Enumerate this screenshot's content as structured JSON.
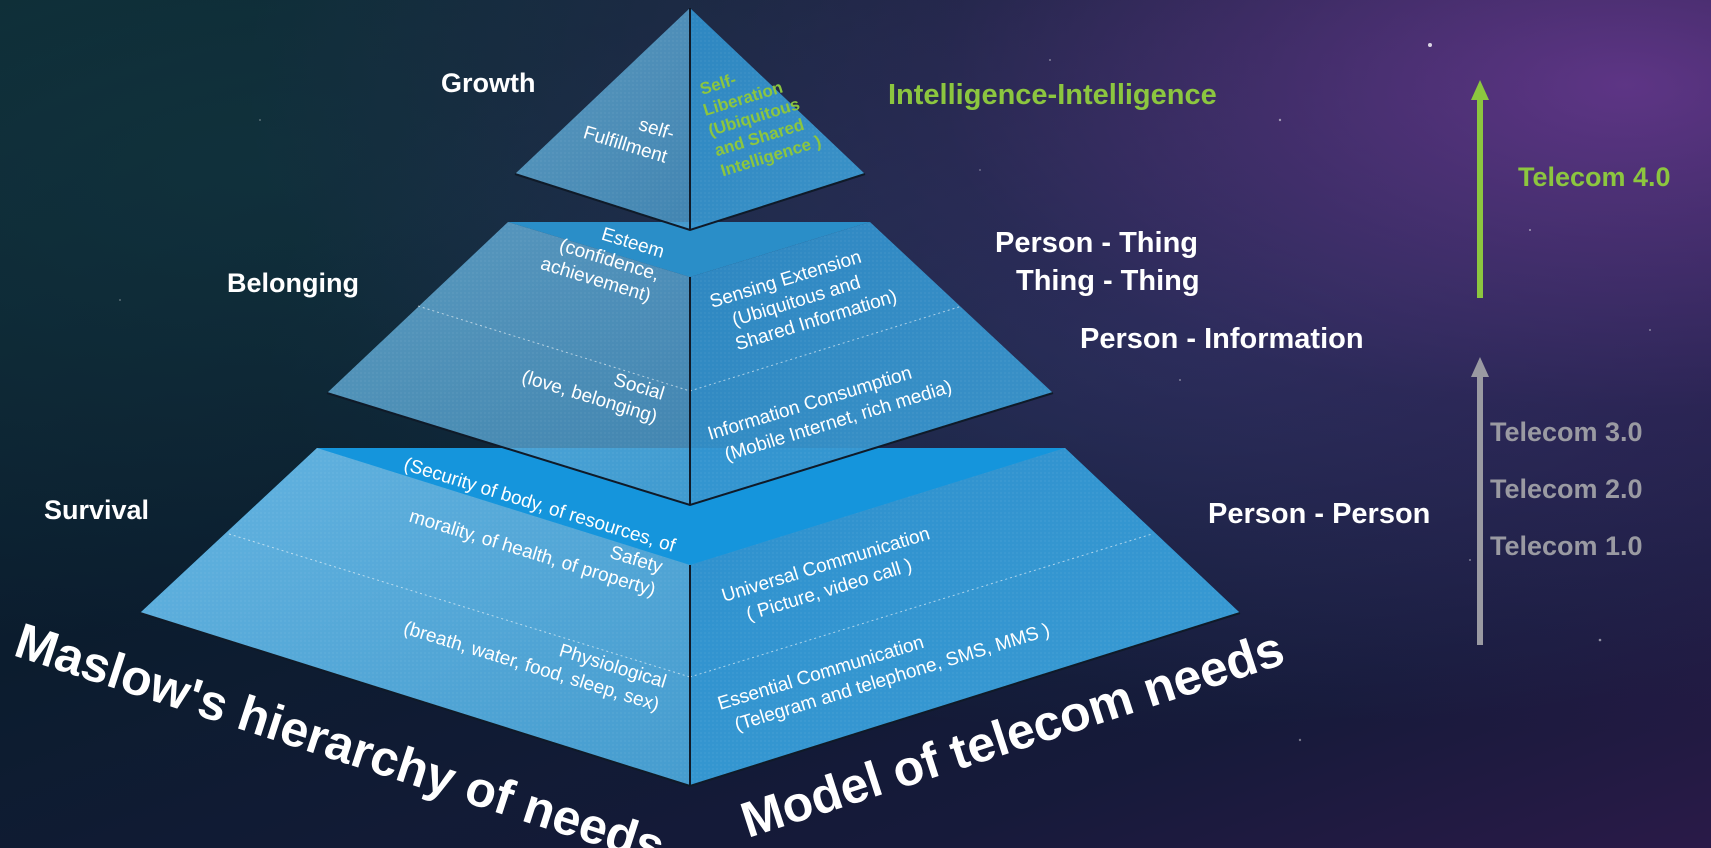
{
  "levels": {
    "growth": "Growth",
    "belonging": "Belonging",
    "survival": "Survival"
  },
  "maslow": {
    "title": "Maslow's hierarchy of needs",
    "self_fulfillment": [
      "self-",
      "Fulfillment"
    ],
    "esteem": [
      "Esteem",
      "(confidence,",
      "achievement)"
    ],
    "social": [
      "Social",
      "(love, belonging)"
    ],
    "safety": [
      "Safety",
      "(Security of body, of resources, of",
      "morality, of health, of property)"
    ],
    "physiological": [
      "Physiological",
      "(breath, water, food, sleep, sex)"
    ]
  },
  "telecom_model": {
    "title": "Model of telecom needs",
    "self_liberation": [
      "Self-",
      "Liberation",
      "(Ubiquitous",
      "and Shared",
      "Intelligence )"
    ],
    "sensing": [
      "Sensing  Extension",
      "(Ubiquitous and",
      "Shared Information)"
    ],
    "information": [
      "Information  Consumption",
      "(Mobile Internet, rich media)"
    ],
    "universal": [
      "Universal   Communication",
      "( Picture, video call )"
    ],
    "essential": [
      "Essential  Communication",
      "(Telegram and telephone, SMS, MMS )"
    ]
  },
  "relations": {
    "intelligence": "Intelligence-Intelligence",
    "person_thing": "Person - Thing",
    "thing_thing": "Thing - Thing",
    "person_information": "Person - Information",
    "person_person": "Person - Person"
  },
  "generations": {
    "t4": "Telecom 4.0",
    "t3": "Telecom 3.0",
    "t2": "Telecom 2.0",
    "t1": "Telecom 1.0"
  },
  "colors": {
    "green": "#8cc63f",
    "gray_text": "#9a9aa2",
    "face_left": "#5aa9d6",
    "face_right": "#3b93cc",
    "top_face": "#1a9be0"
  }
}
